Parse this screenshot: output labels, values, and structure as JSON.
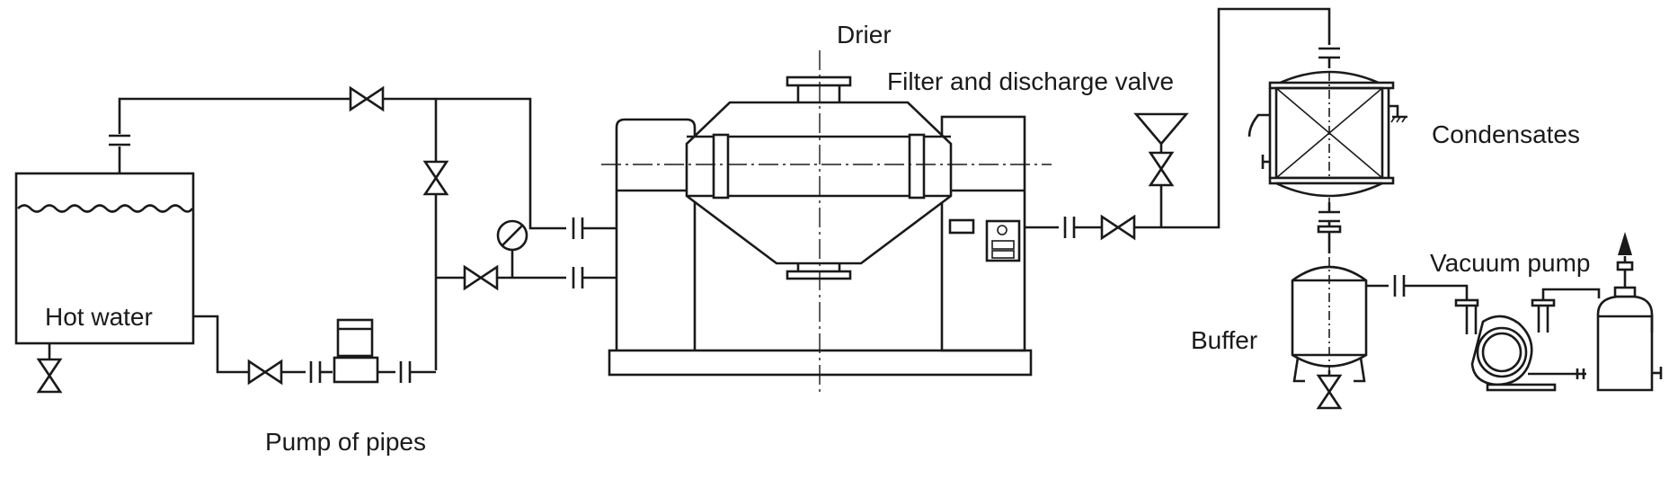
{
  "labels": {
    "drier": "Drier",
    "filter_valve": "Filter and discharge valve",
    "condensates": "Condensates",
    "vacuum_pump": "Vacuum pump",
    "buffer": "Buffer",
    "hot_water": "Hot water",
    "pump_of_pipes": "Pump of pipes"
  }
}
